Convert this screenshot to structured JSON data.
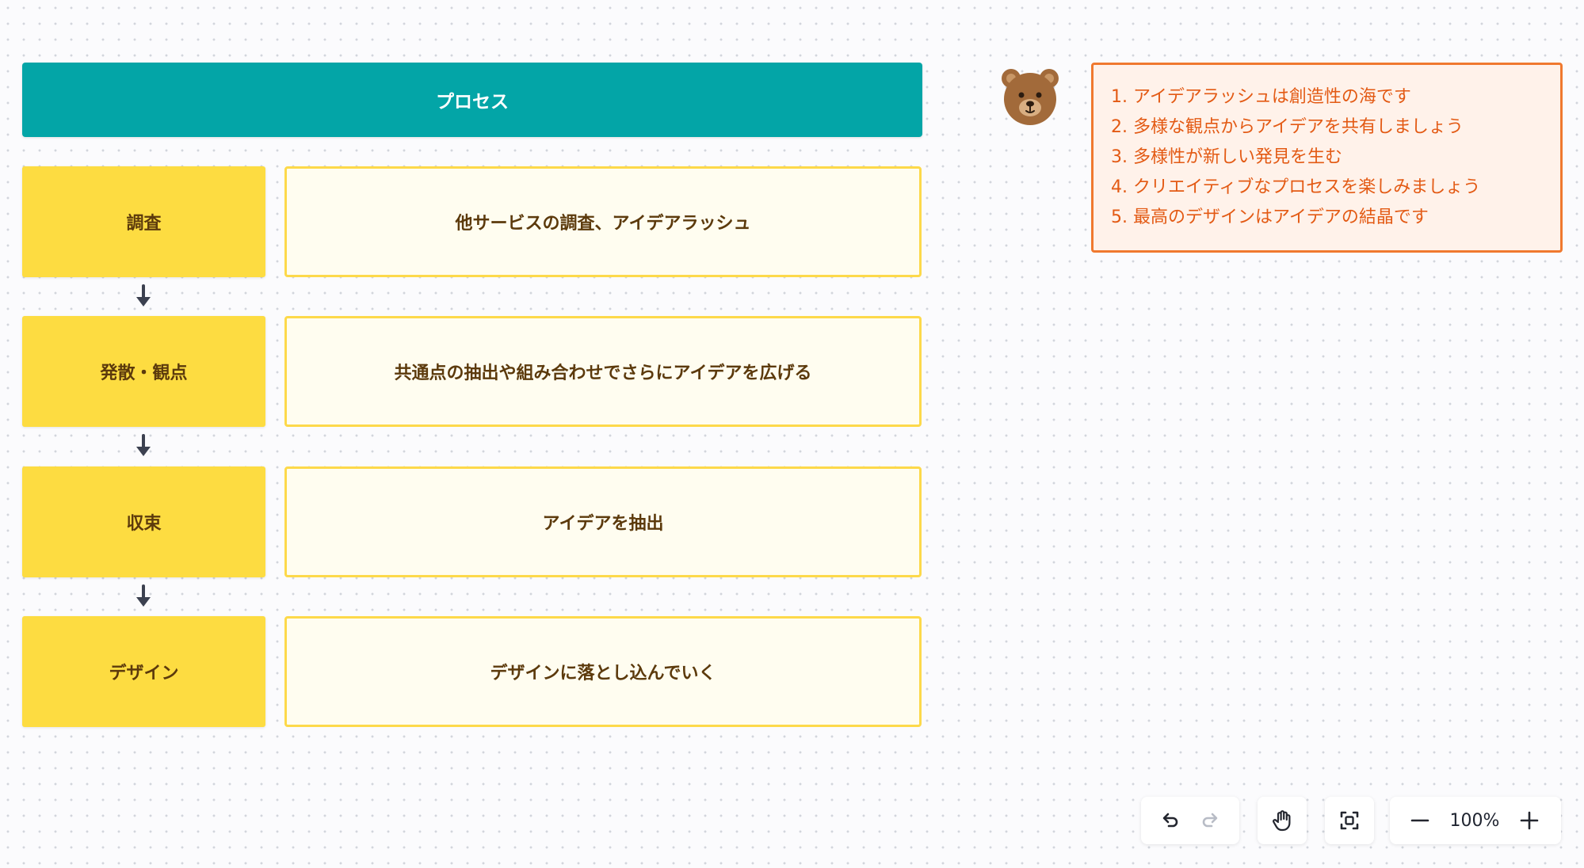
{
  "process": {
    "title": "プロセス",
    "steps": [
      {
        "label": "調査",
        "description": "他サービスの調査、アイデアラッシュ"
      },
      {
        "label": "発散・観点",
        "description": "共通点の抽出や組み合わせでさらにアイデアを広げる"
      },
      {
        "label": "収束",
        "description": "アイデアを抽出"
      },
      {
        "label": "デザイン",
        "description": "デザインに落とし込んでいく"
      }
    ]
  },
  "note": {
    "lines": [
      "1. アイデアラッシュは創造性の海です",
      "2. 多様な観点からアイデアを共有しましょう",
      "3. 多様性が新しい発見を生む",
      "4. クリエイティブなプロセスを楽しみましょう",
      "5. 最高のデザインはアイデアの結晶です"
    ]
  },
  "toolbar": {
    "zoom": "100%",
    "icons": [
      "undo-icon",
      "redo-icon",
      "hand-icon",
      "fit-view-icon",
      "zoom-out-icon",
      "zoom-in-icon"
    ]
  },
  "colors": {
    "header": "#03a5a7",
    "step": "#fddc41",
    "description_border": "#fdd94a",
    "note_border": "#f0792f",
    "note_text": "#e35a14"
  }
}
